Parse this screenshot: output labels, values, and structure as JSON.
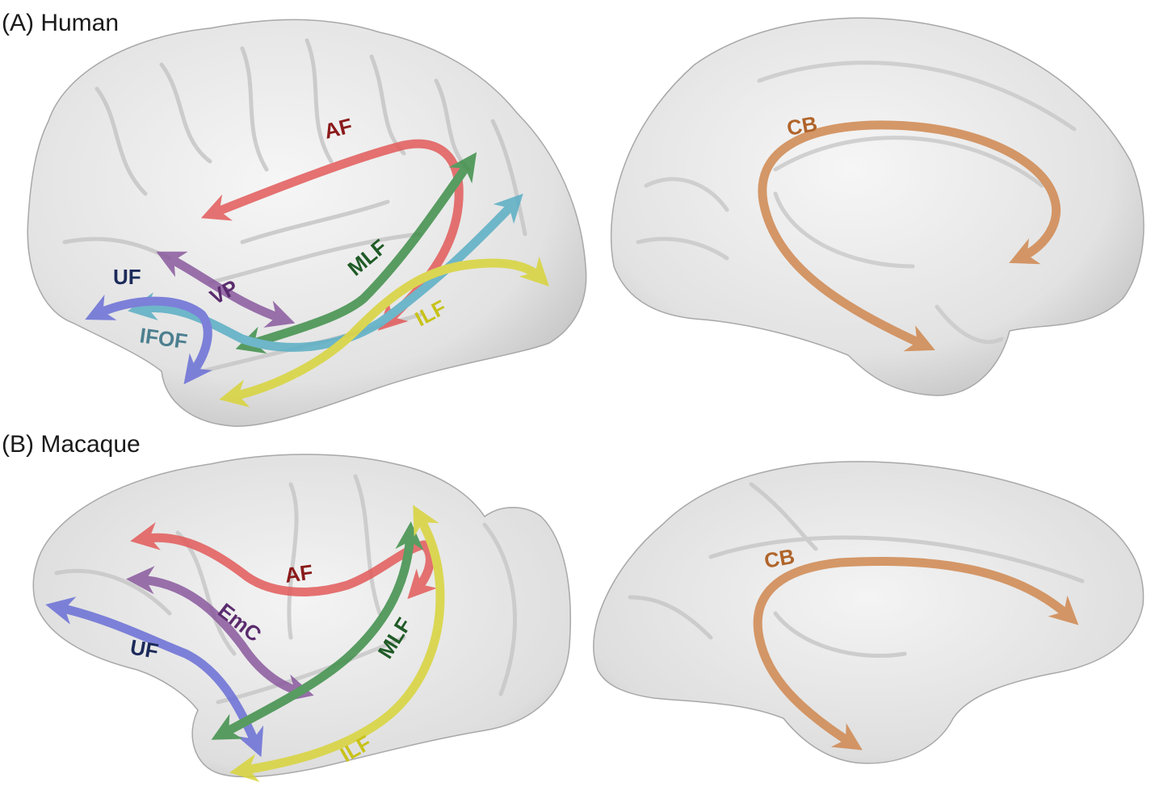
{
  "panels": {
    "human": {
      "label": "(A) Human"
    },
    "macaque": {
      "label": "(B) Macaque"
    }
  },
  "tracts": {
    "human_lateral": {
      "af": "AF",
      "mlf": "MLF",
      "uf": "UF",
      "vp": "VP",
      "ifof": "IFOF",
      "ilf": "ILF"
    },
    "human_medial": {
      "cb": "CB"
    },
    "macaque_lateral": {
      "af": "AF",
      "emc": "EmC",
      "uf": "UF",
      "mlf": "MLF",
      "ilf": "ILF"
    },
    "macaque_medial": {
      "cb": "CB"
    }
  },
  "colors": {
    "af": "#e35b5b",
    "af_label": "#8b1a1a",
    "mlf": "#3f8f4a",
    "mlf_label": "#1f5a26",
    "uf": "#6a6fd6",
    "uf_label": "#1c2a5a",
    "vp": "#8a5a9e",
    "vp_label": "#5a2b6e",
    "ifof": "#5aaec4",
    "ifof_label": "#4c7f8f",
    "ilf": "#d8d43a",
    "ilf_label": "#c8c21a",
    "cb": "#d08850",
    "cb_label": "#b0642a",
    "emc": "#8a5a9e",
    "emc_label": "#5a2b6e"
  }
}
